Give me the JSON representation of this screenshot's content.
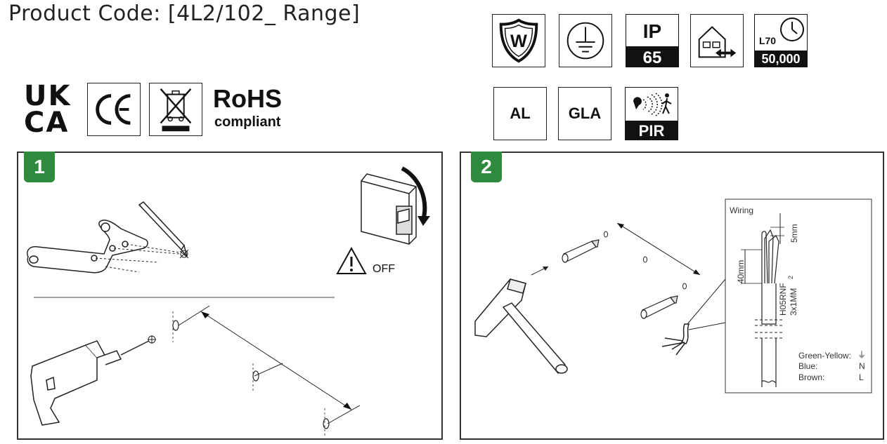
{
  "header": {
    "title": "Product Code: [4L2/102_  Range]"
  },
  "icons": {
    "w_letter": "W",
    "ip_top": "IP",
    "ip_bottom": "65",
    "l70": "L70",
    "hours": "50,000",
    "ukca_top": "UK",
    "ukca_bottom": "CA",
    "rohs": "RoHS",
    "compliant": "compliant",
    "al": "AL",
    "gla": "GLA",
    "pir": "PIR"
  },
  "step1": {
    "number": "1",
    "off_label": "OFF"
  },
  "step2": {
    "number": "2",
    "wiring_title": "Wiring",
    "dim_5mm": "5mm",
    "dim_40mm": "40mm",
    "cable_type": "H05RNF",
    "cable_size": "3x1MM",
    "cable_sup": "2",
    "wires": [
      {
        "name": "Green-Yellow:",
        "value": "⏚"
      },
      {
        "name": "Blue:",
        "value": "N"
      },
      {
        "name": "Brown:",
        "value": "L"
      }
    ]
  },
  "colors": {
    "step_badge": "#2e8b3e",
    "line": "#222222"
  }
}
